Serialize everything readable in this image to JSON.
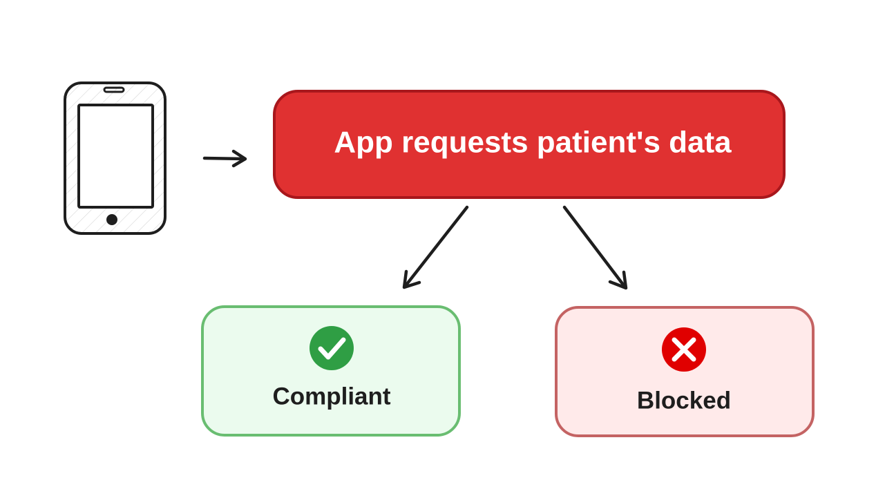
{
  "diagram": {
    "request_box": {
      "label": "App requests patient's data",
      "fill": "#e03131",
      "stroke": "#a8171c",
      "text_color": "#ffffff"
    },
    "compliant_box": {
      "label": "Compliant",
      "fill": "#ebfbee",
      "stroke": "#69bd71",
      "icon": "check-circle-icon",
      "icon_color": "#2f9e44"
    },
    "blocked_box": {
      "label": "Blocked",
      "fill": "#ffeaea",
      "stroke": "#c46363",
      "icon": "x-circle-icon",
      "icon_color": "#e00000"
    },
    "device": {
      "icon": "smartphone-icon",
      "stroke": "#1e1e1e"
    },
    "arrow_color": "#1e1e1e",
    "text_color": "#1e1e1e"
  }
}
